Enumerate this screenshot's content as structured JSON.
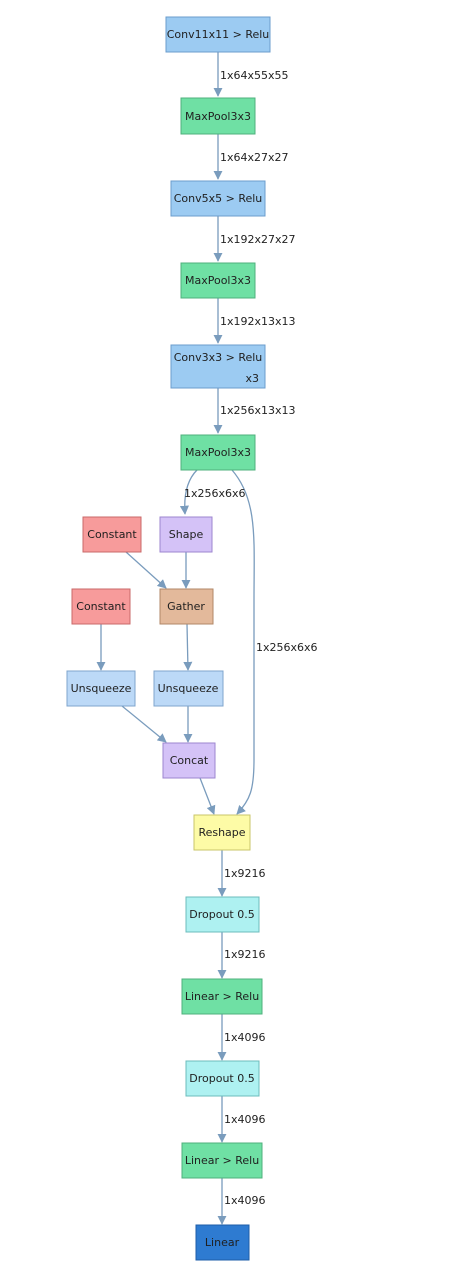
{
  "nodes": {
    "conv1": {
      "label": "Conv11x11 > Relu",
      "color": "#9ccbf2",
      "border": "#6b9ccc"
    },
    "pool1": {
      "label": "MaxPool3x3",
      "color": "#6fe0a4",
      "border": "#4fb07c"
    },
    "conv2": {
      "label": "Conv5x5 > Relu",
      "color": "#9ccbf2",
      "border": "#6b9ccc"
    },
    "pool2": {
      "label": "MaxPool3x3",
      "color": "#6fe0a4",
      "border": "#4fb07c"
    },
    "conv3": {
      "label": "Conv3x3 > Relu",
      "sublabel": "x3",
      "color": "#9ccbf2",
      "border": "#6b9ccc"
    },
    "pool3": {
      "label": "MaxPool3x3",
      "color": "#6fe0a4",
      "border": "#4fb07c"
    },
    "const1": {
      "label": "Constant",
      "color": "#f79b9b",
      "border": "#c96a6a"
    },
    "shape": {
      "label": "Shape",
      "color": "#d4c2f7",
      "border": "#9d86cf"
    },
    "const2": {
      "label": "Constant",
      "color": "#f79b9b",
      "border": "#c96a6a"
    },
    "gather": {
      "label": "Gather",
      "color": "#e3b99b",
      "border": "#b28767"
    },
    "unsq1": {
      "label": "Unsqueeze",
      "color": "#bcd9f7",
      "border": "#7fa5cc"
    },
    "unsq2": {
      "label": "Unsqueeze",
      "color": "#bcd9f7",
      "border": "#7fa5cc"
    },
    "concat": {
      "label": "Concat",
      "color": "#d4c2f7",
      "border": "#9d86cf"
    },
    "reshape": {
      "label": "Reshape",
      "color": "#fdfba6",
      "border": "#c9c66a"
    },
    "drop1": {
      "label": "Dropout 0.5",
      "color": "#aef1f1",
      "border": "#6cbcbc"
    },
    "lin1": {
      "label": "Linear > Relu",
      "color": "#6fe0a4",
      "border": "#4fb07c"
    },
    "drop2": {
      "label": "Dropout 0.5",
      "color": "#aef1f1",
      "border": "#6cbcbc"
    },
    "lin2": {
      "label": "Linear > Relu",
      "color": "#6fe0a4",
      "border": "#4fb07c"
    },
    "lin3": {
      "label": "Linear",
      "color": "#2e7bd1",
      "border": "#1d5ea8"
    }
  },
  "edges": {
    "e_conv1_pool1": "1x64x55x55",
    "e_pool1_conv2": "1x64x27x27",
    "e_conv2_pool2": "1x192x27x27",
    "e_pool2_conv3": "1x192x13x13",
    "e_conv3_pool3": "1x256x13x13",
    "e_pool3_shape": "1x256x6x6",
    "e_pool3_reshape": "1x256x6x6",
    "e_reshape_drop1": "1x9216",
    "e_drop1_lin1": "1x9216",
    "e_lin1_drop2": "1x4096",
    "e_drop2_lin2": "1x4096",
    "e_lin2_lin3": "1x4096"
  }
}
